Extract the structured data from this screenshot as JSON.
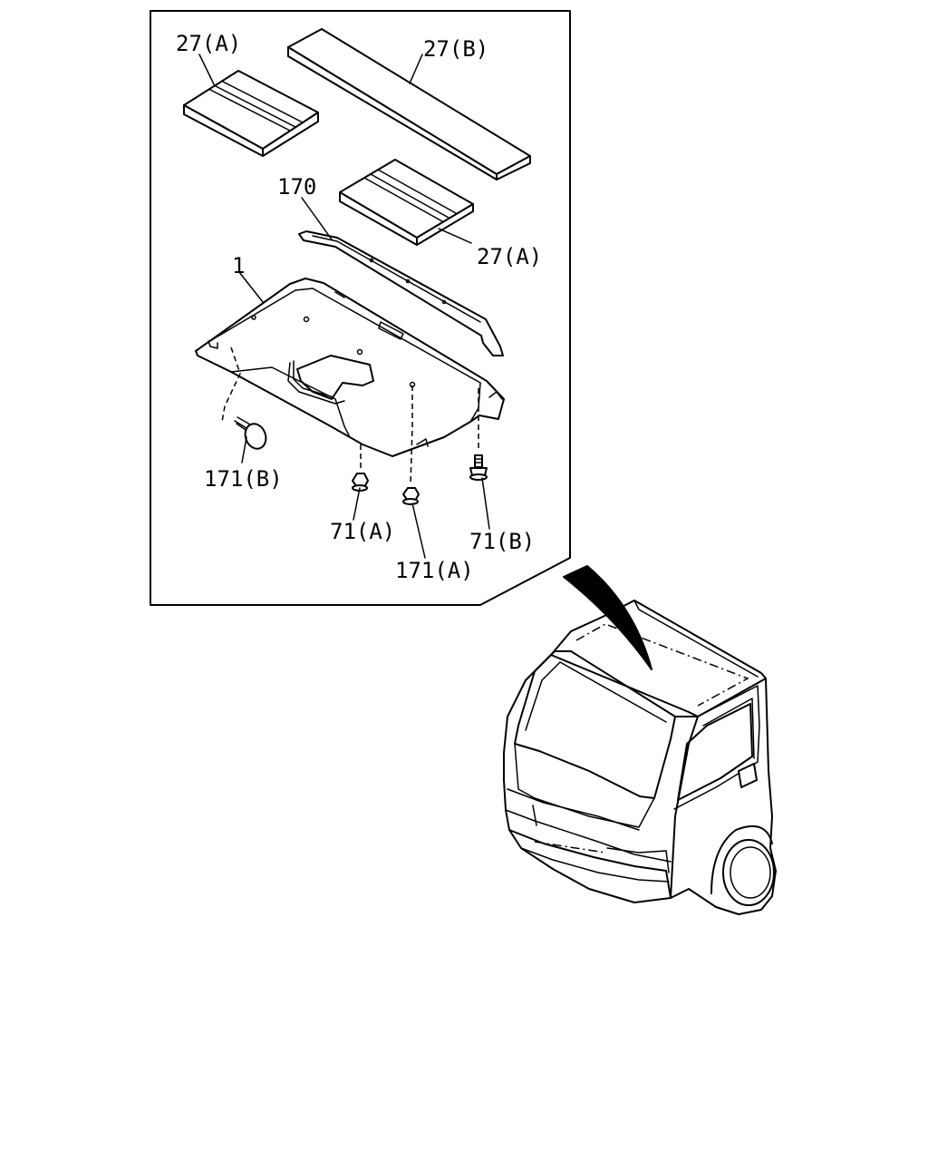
{
  "callouts": {
    "p27a_top": "27(A)",
    "p27b": "27(B)",
    "p170": "170",
    "p27a_mid": "27(A)",
    "p1": "1",
    "p171b": "171(B)",
    "p71a": "71(A)",
    "p171a": "171(A)",
    "p71b": "71(B)"
  }
}
